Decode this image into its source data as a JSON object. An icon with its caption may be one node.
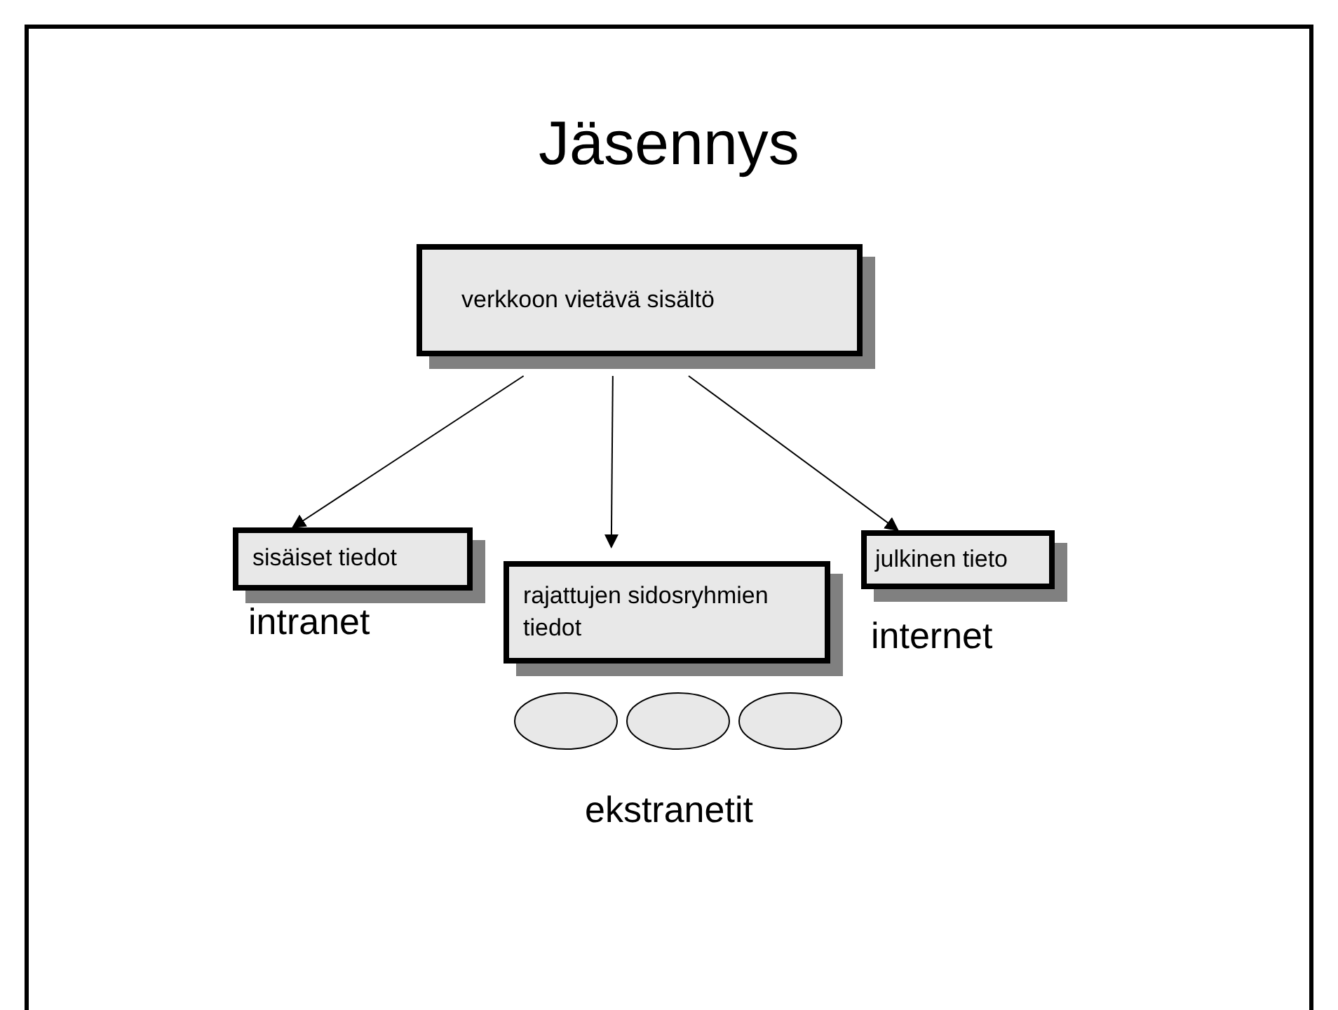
{
  "diagram": {
    "title": "Jäsennys",
    "nodes": [
      {
        "text": [
          "verkkoon vietävä sisältö"
        ]
      },
      {
        "text": [
          "sisäiset tiedot"
        ],
        "beside": [
          "intranet"
        ]
      },
      {
        "text": [
          "rajattujen sidosryhmien tiedot"
        ]
      },
      {
        "text": [
          "julkinen tieto"
        ],
        "beside": [
          "internet"
        ]
      },
      {
        "text": [],
        "shape": "ellipse"
      },
      {
        "text": [],
        "shape": "ellipse"
      },
      {
        "text": [],
        "shape": "ellipse"
      }
    ],
    "edges": [
      {
        "from": 0,
        "to": 1,
        "arrow": "to"
      },
      {
        "from": 0,
        "to": 2,
        "arrow": "to"
      },
      {
        "from": 0,
        "to": 3,
        "arrow": "to"
      }
    ],
    "labels": [
      "ekstranetit"
    ]
  }
}
